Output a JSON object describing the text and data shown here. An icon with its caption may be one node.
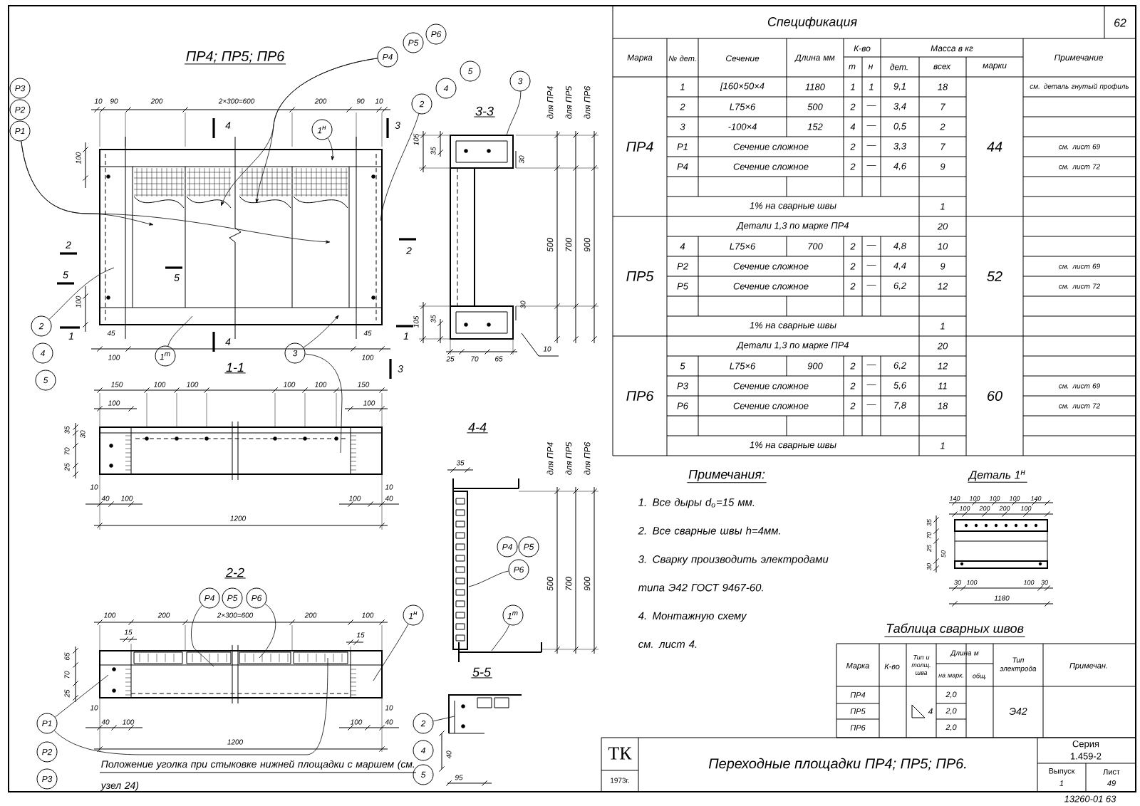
{
  "diagram": {
    "title": "Переходные площадки ПР4; ПР5; ПР6.",
    "nodes": [
      {
        "text": [
          "Р4"
        ]
      },
      {
        "text": [
          "Р5"
        ]
      },
      {
        "text": [
          "Р6"
        ]
      },
      {
        "text": [
          "Р3"
        ]
      },
      {
        "text": [
          "Р2"
        ]
      },
      {
        "text": [
          "Р1"
        ]
      },
      {
        "text": [
          "2"
        ]
      },
      {
        "text": [
          "4"
        ]
      },
      {
        "text": [
          "5"
        ]
      },
      {
        "text": [
          "3"
        ]
      },
      {
        "text": [
          "1$^{н}$"
        ]
      },
      {
        "text": [
          "2"
        ]
      },
      {
        "text": [
          "4"
        ]
      },
      {
        "text": [
          "5"
        ]
      },
      {
        "text": [
          "1$^{т}$"
        ]
      },
      {
        "text": [
          "3"
        ]
      },
      {
        "text": [
          "Р4"
        ]
      },
      {
        "text": [
          "Р5"
        ]
      },
      {
        "text": [
          "Р6"
        ]
      },
      {
        "text": [
          "1$^{н}$"
        ]
      },
      {
        "text": [
          "Р4"
        ]
      },
      {
        "text": [
          "Р5"
        ]
      },
      {
        "text": [
          "Р6"
        ]
      },
      {
        "text": [
          "1$^{т}$"
        ]
      },
      {
        "text": [
          "Р1"
        ]
      },
      {
        "text": [
          "Р2"
        ]
      },
      {
        "text": [
          "Р3"
        ]
      },
      {
        "text": [
          "2"
        ]
      },
      {
        "text": [
          "4"
        ]
      },
      {
        "text": [
          "5"
        ]
      },
      {
        "text": [],
        "shape": "picture"
      }
    ],
    "edges": [
      {
        "from": 5,
        "to": null,
        "arrow": "to"
      },
      {
        "from": 5,
        "to": null,
        "arrow": "to"
      },
      {
        "from": 0,
        "to": null,
        "arrow": "to"
      },
      {
        "from": 0,
        "to": null,
        "arrow": "to"
      },
      {
        "from": 6,
        "to": null,
        "arrow": "none"
      },
      {
        "from": 9,
        "to": 30,
        "arrow": "none"
      },
      {
        "from": 10,
        "to": null,
        "arrow": "to"
      },
      {
        "from": 11,
        "to": null,
        "arrow": "none"
      },
      {
        "from": 14,
        "to": null,
        "arrow": "none"
      },
      {
        "from": 15,
        "to": null,
        "arrow": "to"
      },
      {
        "from": 15,
        "to": null,
        "arrow": "none"
      },
      {
        "from": 16,
        "to": null,
        "arrow": "none"
      },
      {
        "from": 18,
        "to": null,
        "arrow": "none"
      },
      {
        "from": 19,
        "to": null,
        "arrow": "none"
      },
      {
        "from": 22,
        "to": null,
        "arrow": "none"
      },
      {
        "from": 23,
        "to": null,
        "arrow": "none"
      },
      {
        "from": 24,
        "to": null,
        "arrow": "none"
      },
      {
        "from": 24,
        "to": null,
        "arrow": "none"
      },
      {
        "from": 27,
        "to": null,
        "arrow": "none"
      }
    ],
    "labels": [
      "ПР4; ПР5; ПР6",
      "10",
      "90",
      "200",
      "2×300=600",
      "200",
      "90",
      "10",
      "100",
      "100",
      "4",
      "3",
      "2",
      "5",
      "2",
      "5",
      "1",
      "45",
      "4",
      "45",
      "1",
      "100",
      "100",
      "3",
      "3-3",
      "105",
      "35",
      "30",
      "500",
      "700",
      "900",
      "для ПР4",
      "для ПР5",
      "для ПР6",
      "105",
      "35",
      "30",
      "10",
      "25",
      "70",
      "65",
      "1-1",
      "150",
      "100",
      "100",
      "100",
      "100",
      "150",
      "100",
      "100",
      "35",
      "30",
      "70",
      "25",
      "10",
      "40",
      "100",
      "100",
      "10",
      "40",
      "1200",
      "4-4",
      "35",
      "для ПР4",
      "для ПР5",
      "для ПР6",
      "500",
      "700",
      "900",
      "2-2",
      "100",
      "200",
      "2×300=600",
      "200",
      "100",
      "15",
      "15",
      "65",
      "70",
      "25",
      "10",
      "40",
      "100",
      "100",
      "10",
      "40",
      "1200",
      "Положение уголка при стыковке нижней площадки с маршем (см. узел 24)",
      "5-5",
      "40",
      "95",
      "Спецификация",
      "62",
      "Марка",
      "№ дет.",
      "Сечение",
      "Длина мм",
      "К-во",
      "т",
      "н",
      "Масса в кг",
      "дет.",
      "всех",
      "марки",
      "Примечание",
      "ПР4",
      "1",
      "[160×50×4",
      "1180",
      "1",
      "1",
      "9,1",
      "18",
      "см. деталь гнутый профиль",
      "2",
      "L75×6",
      "500",
      "2",
      "—",
      "3,4",
      "7",
      "3",
      "-100×4",
      "152",
      "4",
      "—",
      "0,5",
      "2",
      "Р1",
      "Сечение сложное",
      "2",
      "—",
      "3,3",
      "7",
      "см. лист 69",
      "Р4",
      "Сечение сложное",
      "2",
      "—",
      "4,6",
      "9",
      "см. лист 72",
      "1% на сварные швы",
      "1",
      "44",
      "ПР5",
      "Детали 1,3 по марке ПР4",
      "20",
      "4",
      "L75×6",
      "700",
      "2",
      "—",
      "4,8",
      "10",
      "Р2",
      "Сечение сложное",
      "2",
      "—",
      "4,4",
      "9",
      "см. лист 69",
      "Р5",
      "Сечение сложное",
      "2",
      "—",
      "6,2",
      "12",
      "см. лист 72",
      "1% на сварные швы",
      "1",
      "52",
      "ПР6",
      "Детали 1,3 по марке ПР4",
      "20",
      "5",
      "L75×6",
      "900",
      "2",
      "—",
      "6,2",
      "12",
      "Р3",
      "Сечение сложное",
      "2",
      "—",
      "5,6",
      "11",
      "см. лист 69",
      "Р6",
      "Сечение сложное",
      "2",
      "—",
      "7,8",
      "18",
      "см. лист 72",
      "1% на сварные швы",
      "1",
      "60",
      "Примечания:",
      "1. Все дыры d$_{o}$=15 мм.",
      "2. Все сварные швы h=4мм.",
      "3. Сварку производить электродами типа Э42 ГОСТ 9467-60.",
      "4. Монтажную схему см. лист 4.",
      "Деталь 1$^{н}$",
      "140",
      "100",
      "100",
      "100",
      "140",
      "100",
      "200",
      "200",
      "100",
      "35",
      "70",
      "25",
      "50",
      "30",
      "30",
      "100",
      "100",
      "30",
      "1180",
      "Таблица сварных швов",
      "Марка",
      "К-во",
      "Тип и толщ. шва",
      "Длина м",
      "на марк.",
      "общ.",
      "Тип электрода",
      "Примечан.",
      "ПР4",
      "2,0",
      "ПР5",
      "4",
      "2,0",
      "Э42",
      "ПР6",
      "2,0",
      "ТК",
      "1973г.",
      "Серия",
      "1.459-2",
      "Выпуск",
      "1",
      "Лист",
      "49",
      "13260-01 63"
    ]
  }
}
